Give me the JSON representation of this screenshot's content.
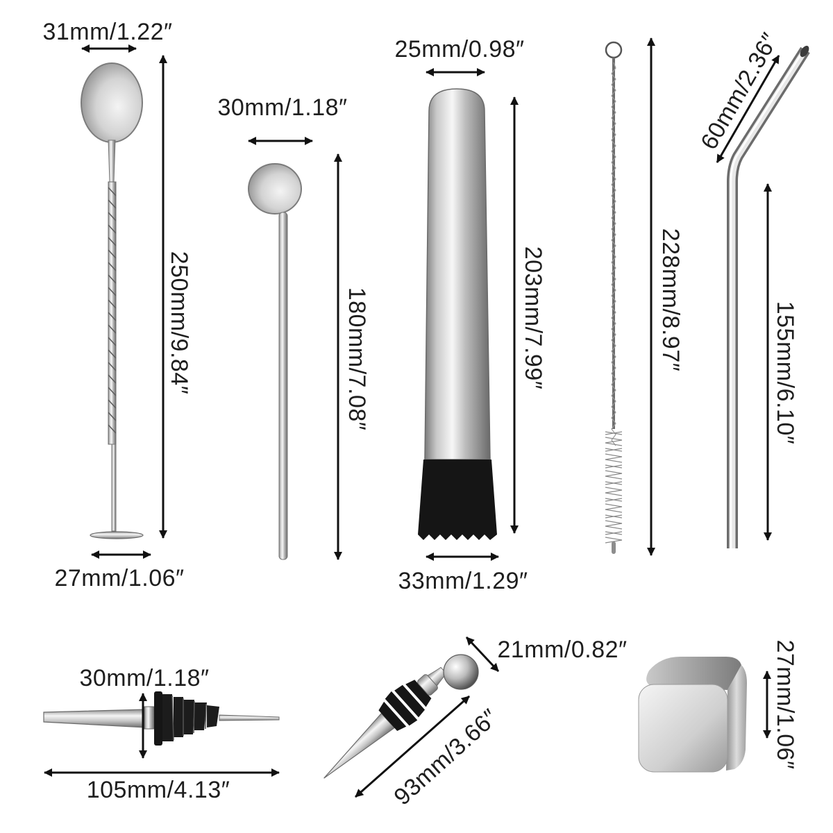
{
  "colors": {
    "background": "#ffffff",
    "metal_light": "#f2f2f2",
    "metal_mid": "#b9b9b9",
    "metal_dark": "#6e6e6e",
    "rubber": "#141414",
    "dimension_line": "#111111"
  },
  "items": [
    {
      "name": "Bar spoon",
      "dimensions": {
        "bowl_width": "31mm/1.22″",
        "length": "250mm/9.84″",
        "base_width": "27mm/1.06″"
      }
    },
    {
      "name": "Stirring spoon",
      "dimensions": {
        "bowl_width": "30mm/1.18″",
        "length": "180mm/7.08″"
      }
    },
    {
      "name": "Muddler",
      "dimensions": {
        "top_width": "25mm/0.98″",
        "length": "203mm/7.99″",
        "base_width": "33mm/1.29″"
      }
    },
    {
      "name": "Cleaning brush",
      "dimensions": {
        "length": "228mm/8.97″"
      }
    },
    {
      "name": "Bent straw",
      "dimensions": {
        "bent_length": "60mm/2.36″",
        "straight_length": "155mm/6.10″"
      }
    },
    {
      "name": "Pour spout",
      "dimensions": {
        "stopper_diameter": "30mm/1.18″",
        "length": "105mm/4.13″"
      }
    },
    {
      "name": "Bottle stopper",
      "dimensions": {
        "ball_diameter": "21mm/0.82″",
        "length": "93mm/3.66″"
      }
    },
    {
      "name": "Ice cube",
      "dimensions": {
        "side": "27mm/1.06″"
      }
    }
  ]
}
